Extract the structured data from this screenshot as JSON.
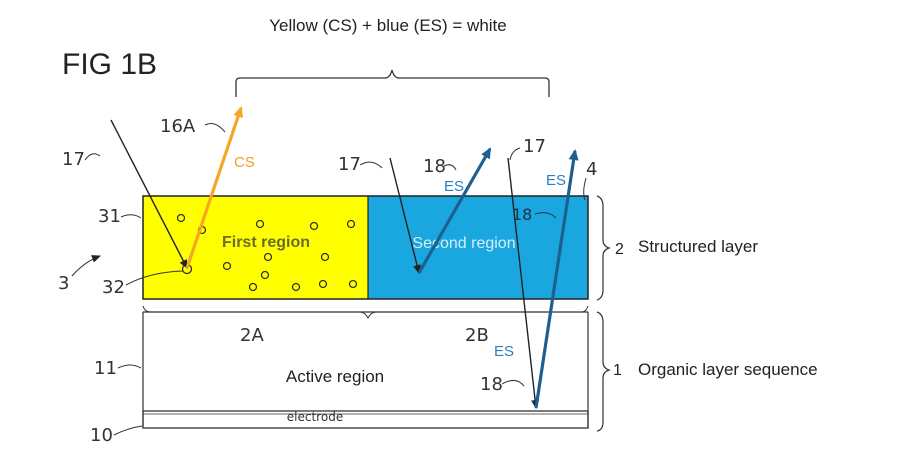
{
  "figure": {
    "title": "FIG 1B",
    "caption": "Yellow (CS) + blue (ES) = white"
  },
  "regions": {
    "first": "First region",
    "second": "Second region",
    "active": "Active region",
    "electrode": "electrode"
  },
  "layers": {
    "structured": "Structured layer",
    "organic": "Organic layer sequence"
  },
  "numerals": {
    "n1": "1",
    "n2": "2",
    "n3": "3",
    "n4": "4",
    "n10": "10",
    "n11": "11",
    "n16a": "16A",
    "n17a": "17",
    "n17b": "17",
    "n17c": "17",
    "n18a": "18",
    "n18b": "18",
    "n18c": "18",
    "n31": "31",
    "n32": "32",
    "n2a": "2A",
    "n2b": "2B"
  },
  "emission_labels": {
    "cs": "CS",
    "es1": "ES",
    "es2": "ES",
    "es3": "ES"
  },
  "colors": {
    "first_region": "#ffff00",
    "second_region": "#1aa7df",
    "cs_ray": "#f5a623",
    "es_ray": "#1f5f8f",
    "line": "#333333",
    "cs_text": "#f0a020",
    "es_text": "#2a7fc0"
  }
}
